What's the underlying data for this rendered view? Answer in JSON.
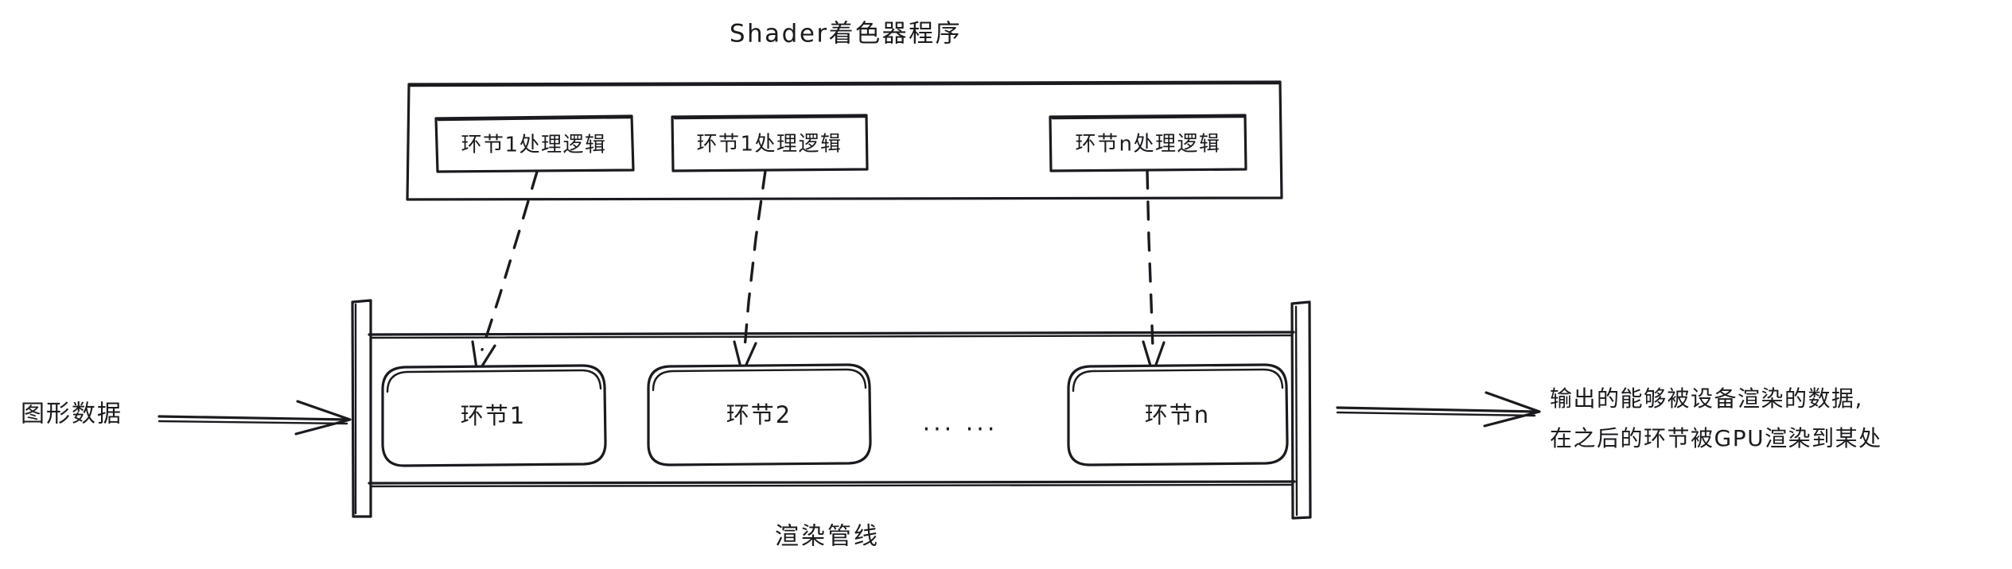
{
  "diagram": {
    "title": "Shader着色器程序",
    "bottom_label": "渲染管线",
    "input_label": "图形数据",
    "ellipsis": "... ...",
    "output_label": {
      "line1": "输出的能够被设备渲染的数据,",
      "line2": "在之后的环节被GPU渲染到某处"
    },
    "shader_logic_boxes": [
      {
        "label": "环节1处理逻辑"
      },
      {
        "label": "环节1处理逻辑"
      },
      {
        "label": "环节n处理逻辑"
      }
    ],
    "pipeline_stages": [
      {
        "label": "环节1"
      },
      {
        "label": "环节2"
      },
      {
        "label": "环节n"
      }
    ],
    "colors": {
      "ink": "#1b1b1f",
      "background": "#ffffff"
    },
    "icons": {
      "input_arrow": "double-line-arrow-right",
      "output_arrow": "double-line-arrow-right",
      "mapping_arrow": "dashed-arrow-down"
    }
  }
}
